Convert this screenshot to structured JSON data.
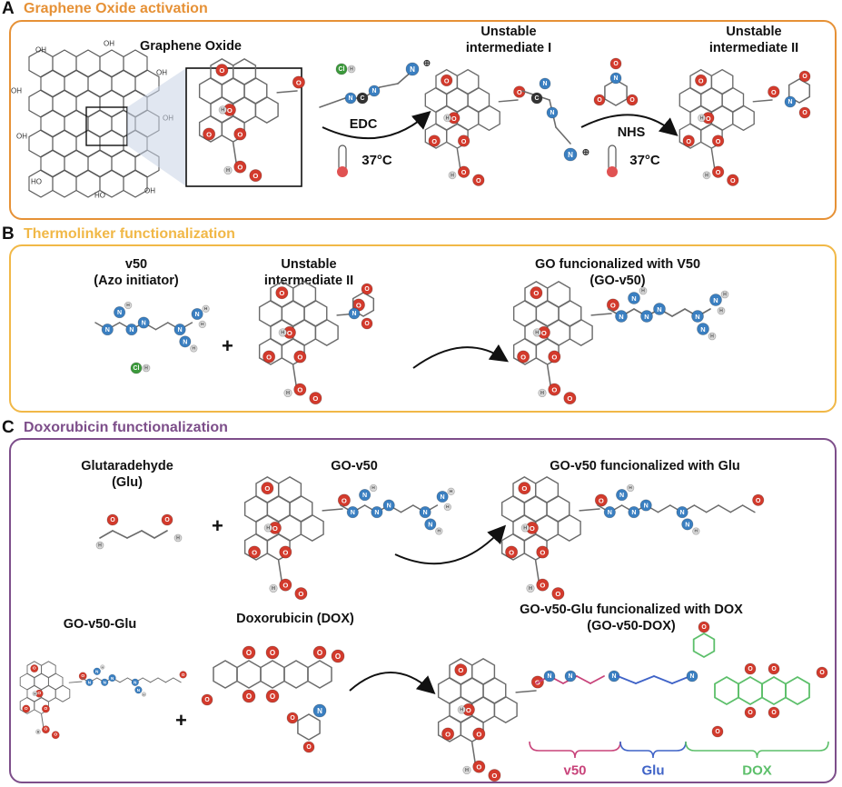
{
  "sections": {
    "A": {
      "letter": "A",
      "title": "Graphene Oxide activation",
      "color": "#e69136"
    },
    "B": {
      "letter": "B",
      "title": "Thermolinker functionalization",
      "color": "#f1b847"
    },
    "C": {
      "letter": "C",
      "title": "Doxorubicin functionalization",
      "color": "#7d4e8a"
    }
  },
  "labels": {
    "graphene_oxide": "Graphene Oxide",
    "intermediate_1_line1": "Unstable",
    "intermediate_1_line2": "intermediate I",
    "intermediate_2_line1": "Unstable",
    "intermediate_2_line2": "intermediate II",
    "edc": "EDC",
    "nhs": "NHS",
    "temp_1": "37°C",
    "temp_2": "37°C",
    "v50_line1": "v50",
    "v50_line2": "(Azo initiator)",
    "b_intermediate_line1": "Unstable",
    "b_intermediate_line2": "intermediate II",
    "go_v50_line1": "GO funcionalized with V50",
    "go_v50_line2": "(GO-v50)",
    "glu_line1": "Glutaradehyde",
    "glu_line2": "(Glu)",
    "c_go_v50": "GO-v50",
    "go_v50_glu_product": "GO-v50 funcionalized with Glu",
    "go_v50_glu": "GO-v50-Glu",
    "dox": "Doxorubicin (DOX)",
    "final_line1": "GO-v50-Glu funcionalized with DOX",
    "final_line2": "(GO-v50-DOX)",
    "plus": "+"
  },
  "atoms": {
    "O": "O",
    "H": "H",
    "N": "N",
    "C": "C",
    "Cl": "Cl",
    "OH": "OH",
    "HO": "HO"
  },
  "brackets": [
    {
      "label": "v50",
      "color": "#c8437a"
    },
    {
      "label": "Glu",
      "color": "#3f63c7"
    },
    {
      "label": "DOX",
      "color": "#5cbf6a"
    }
  ],
  "colors": {
    "oxygen": "#d33a2c",
    "nitrogen": "#3a7fc1",
    "hydrogen": "#d9d9d9",
    "chlorine": "#3c9a3c",
    "bond": "#6b6b6b",
    "arrow": "#111111",
    "lens": "#c9d3e6"
  }
}
